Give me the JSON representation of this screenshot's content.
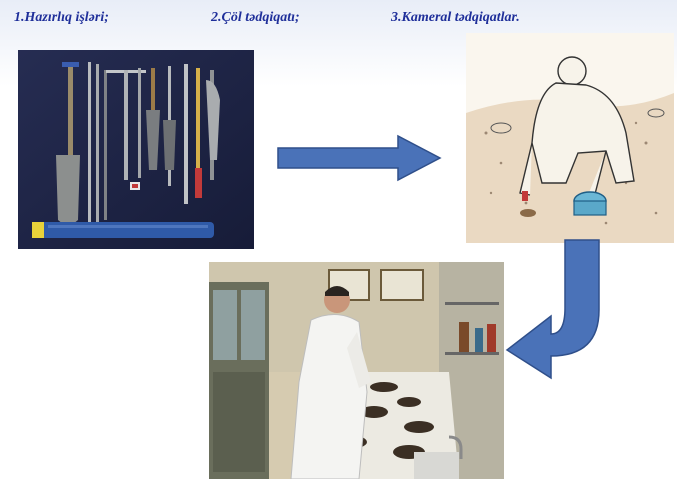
{
  "steps": [
    {
      "label": "1.Hazırlıq işləri;"
    },
    {
      "label": "2.Çöl tədqiqatı;"
    },
    {
      "label": "3.Kameral tədqiqatlar."
    }
  ],
  "colors": {
    "title": "#1f2f9a",
    "arrow_fill": "#4a72b8",
    "arrow_stroke": "#2f4f8a"
  },
  "icons": {
    "arrow_right": "arrow-right-icon",
    "arrow_curved": "curved-arrow-icon"
  }
}
